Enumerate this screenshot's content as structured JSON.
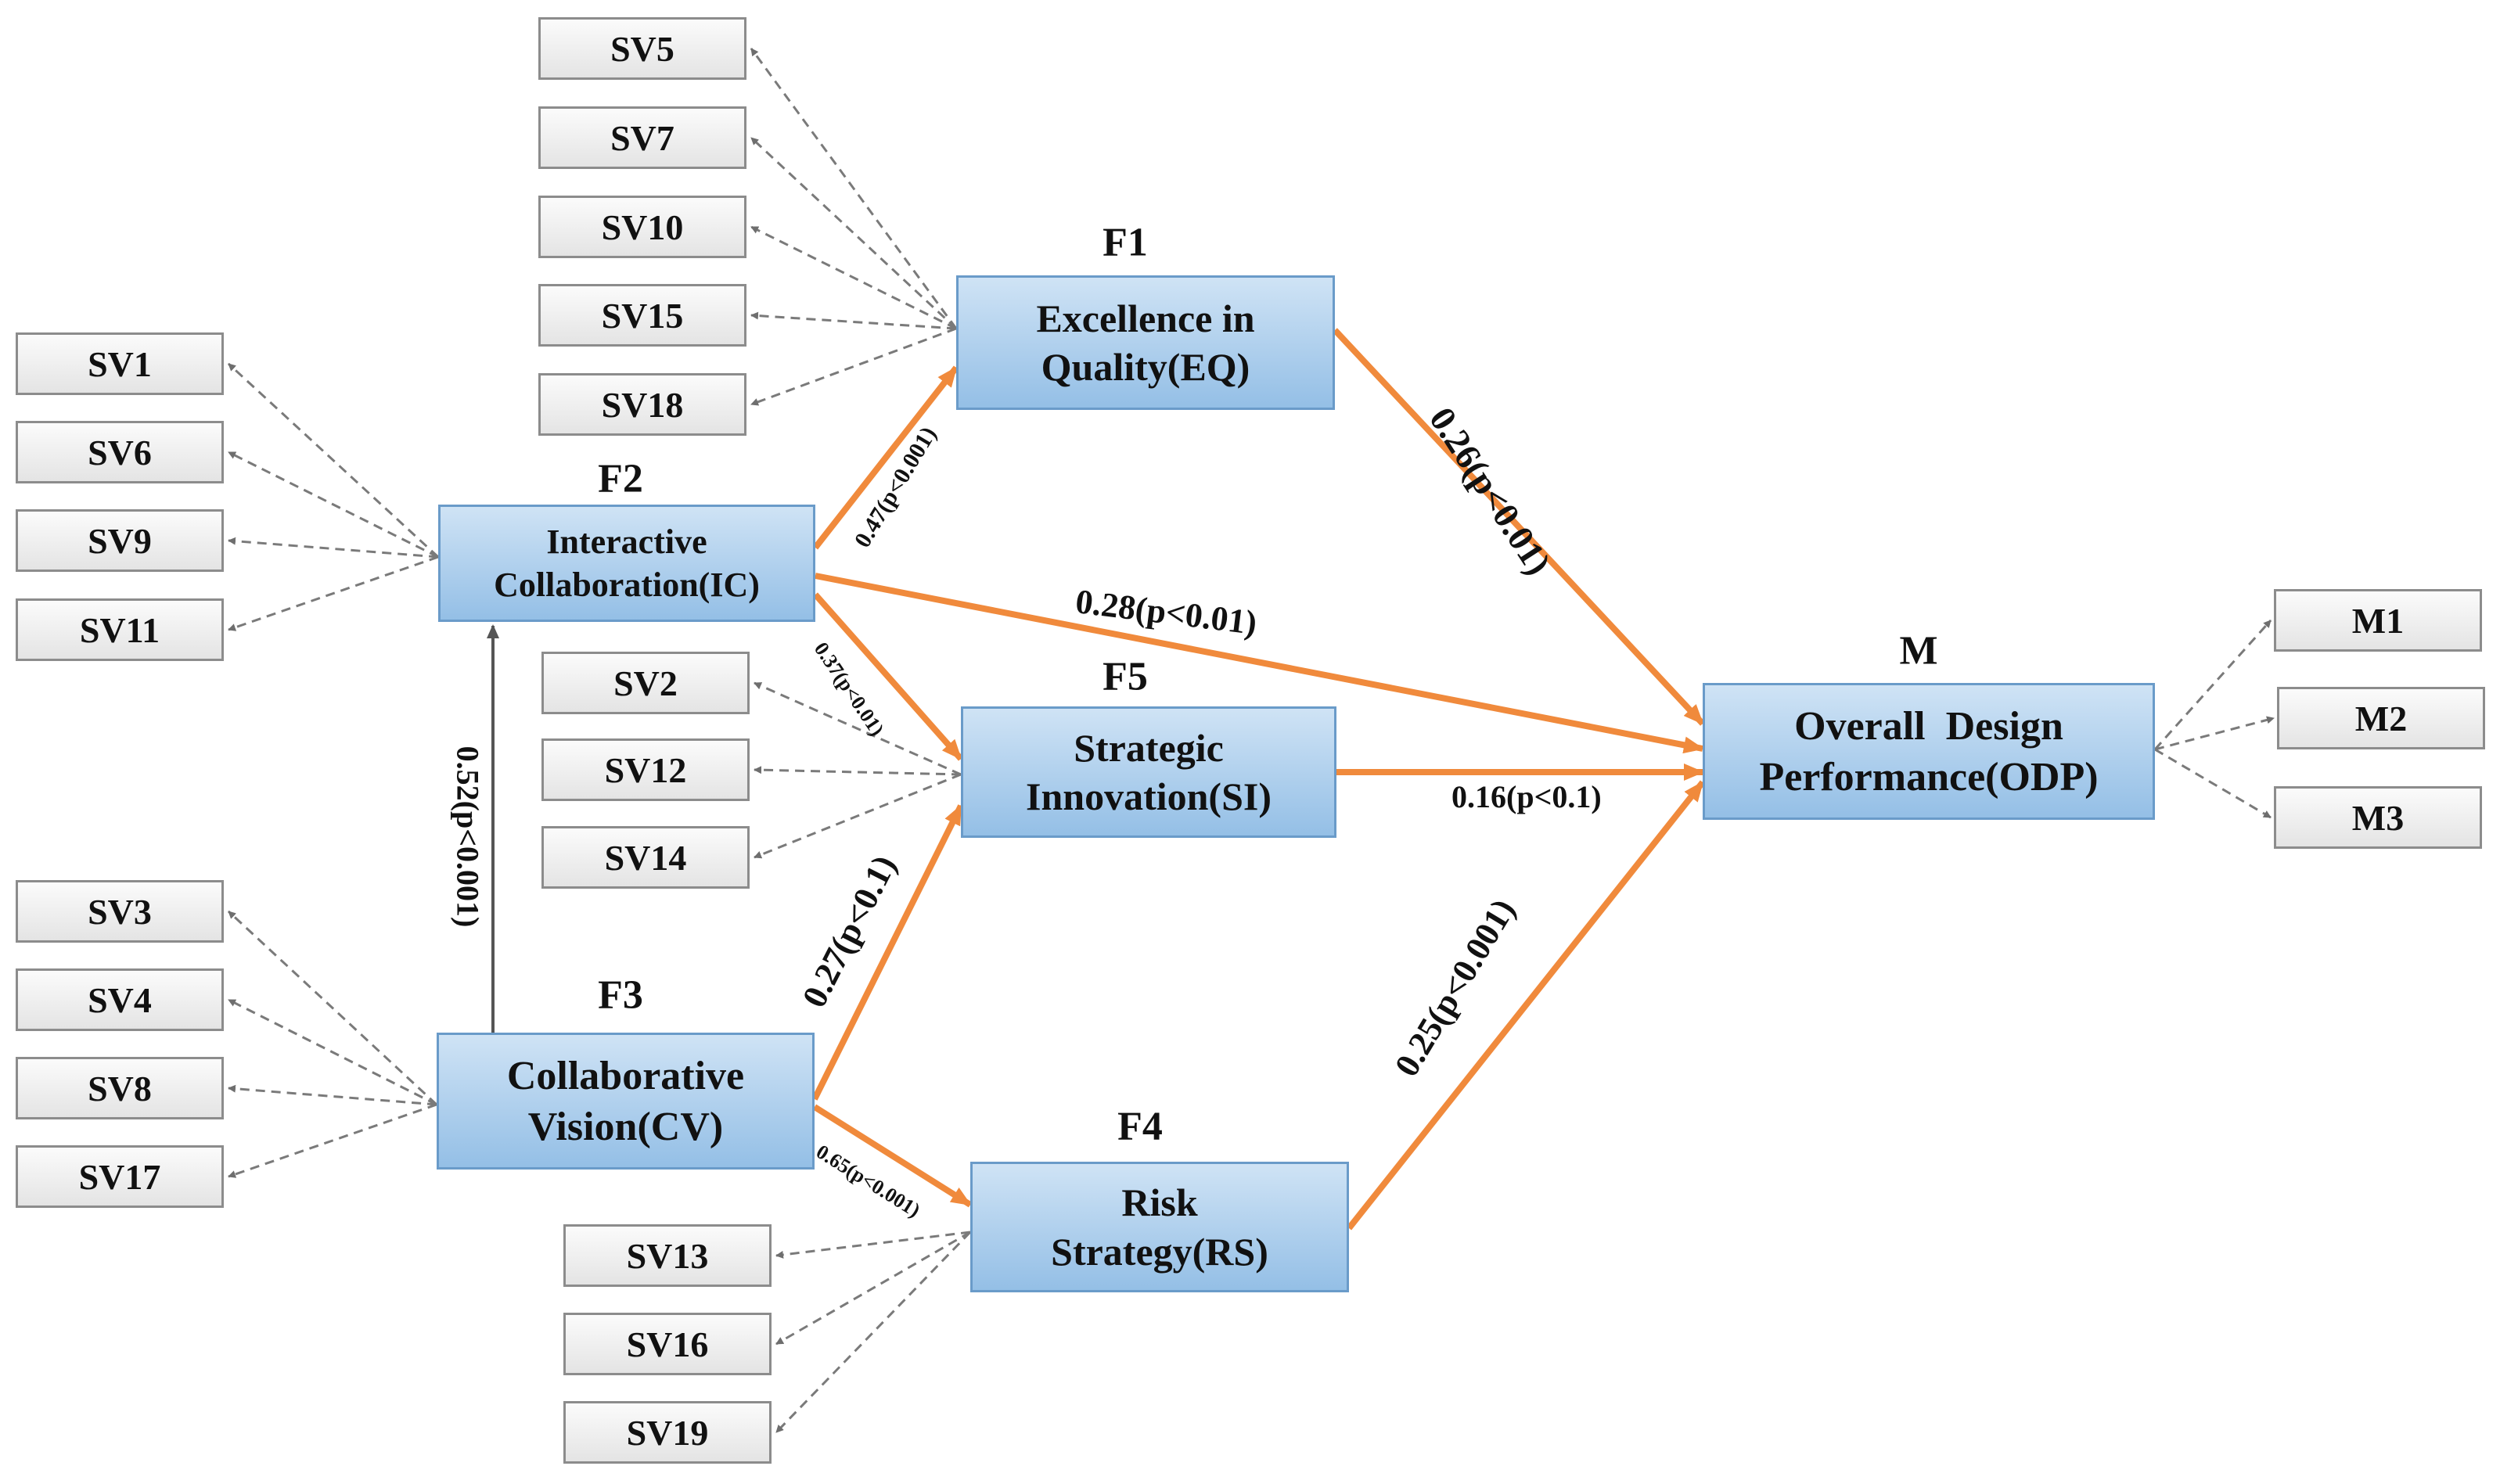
{
  "factors": {
    "F1": {
      "id": "F1",
      "line1": "Excellence in",
      "line2": "Quality(EQ)"
    },
    "F2": {
      "id": "F2",
      "line1": "Interactive",
      "line2": "Collaboration(IC)"
    },
    "F3": {
      "id": "F3",
      "line1": "Collaborative",
      "line2": "Vision(CV)"
    },
    "F4": {
      "id": "F4",
      "line1": "Risk",
      "line2": "Strategy(RS)"
    },
    "F5": {
      "id": "F5",
      "line1": "Strategic",
      "line2": "Innovation(SI)"
    },
    "M": {
      "id": "M",
      "line1": "Overall  Design",
      "line2": "Performance(ODP)"
    }
  },
  "indicators": {
    "F1": [
      "SV5",
      "SV7",
      "SV10",
      "SV15",
      "SV18"
    ],
    "F2": [
      "SV1",
      "SV6",
      "SV9",
      "SV11"
    ],
    "F3": [
      "SV3",
      "SV4",
      "SV8",
      "SV17"
    ],
    "F4": [
      "SV13",
      "SV16",
      "SV19"
    ],
    "F5": [
      "SV2",
      "SV12",
      "SV14"
    ],
    "M": [
      "M1",
      "M2",
      "M3"
    ]
  },
  "paths": [
    {
      "from": "F2",
      "to": "F1",
      "label": "0.47(p<0.001)"
    },
    {
      "from": "F2",
      "to": "F5",
      "label": "0.37(p<0.01)"
    },
    {
      "from": "F2",
      "to": "M",
      "label": "0.28(p<0.01)"
    },
    {
      "from": "F1",
      "to": "M",
      "label": "0.26(p<0.01)"
    },
    {
      "from": "F5",
      "to": "M",
      "label": "0.16(p<0.1)"
    },
    {
      "from": "F3",
      "to": "F5",
      "label": "0.27(p<0.1)"
    },
    {
      "from": "F3",
      "to": "F4",
      "label": "0.65(p<0.001)"
    },
    {
      "from": "F4",
      "to": "M",
      "label": "0.25(p<0.001)"
    },
    {
      "from": "F3",
      "to": "F2",
      "label": "0.52(p<0.001)"
    }
  ],
  "colors": {
    "path": "#f08a3c",
    "covariance": "#555555",
    "indicator_link": "#7a7a7a"
  }
}
